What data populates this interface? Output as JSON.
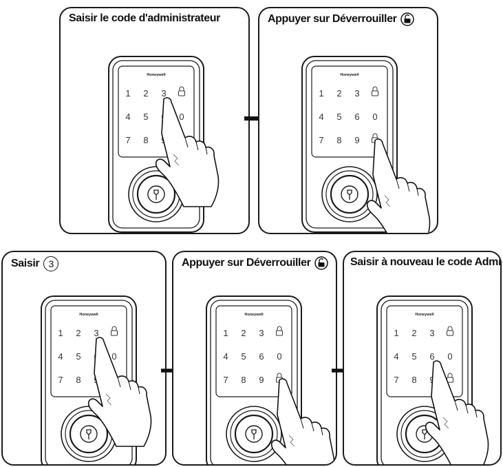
{
  "steps": [
    {
      "title": "Saisir le code d'administrateur",
      "badge": ""
    },
    {
      "title": "Appuyer sur Déverrouiller",
      "badge": "unlock-icon"
    },
    {
      "title": "Saisir",
      "badge": "3"
    },
    {
      "title": "Appuyer sur Déverrouiller",
      "badge": "unlock-icon"
    },
    {
      "title": "Saisir à nouveau le code Admin",
      "badge": ""
    }
  ],
  "lock": {
    "brand": "Honeywell",
    "keys": [
      "1",
      "2",
      "3",
      "4",
      "5",
      "6",
      "0",
      "7",
      "8",
      "9"
    ]
  },
  "colors": {
    "stroke": "#1a1a1a",
    "background": "#ffffff"
  }
}
